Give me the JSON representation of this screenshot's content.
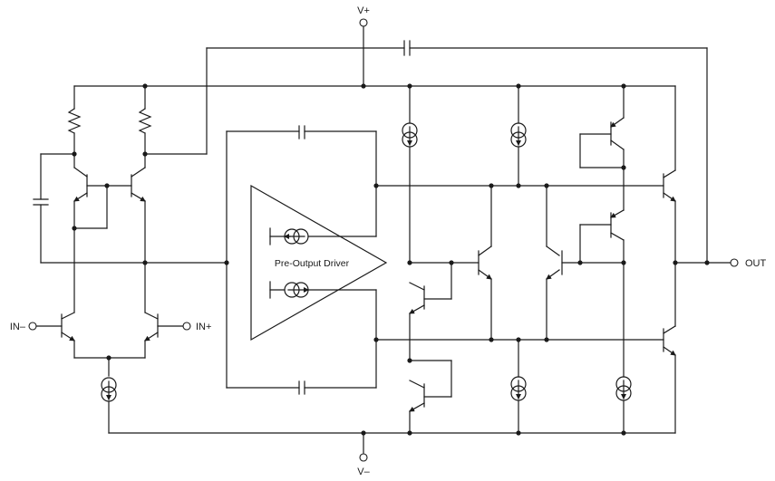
{
  "labels": {
    "v_plus": "V+",
    "v_minus": "V–",
    "in_minus": "IN–",
    "in_plus": "IN+",
    "out": "OUT",
    "pre_output_driver": "Pre-Output Driver"
  }
}
